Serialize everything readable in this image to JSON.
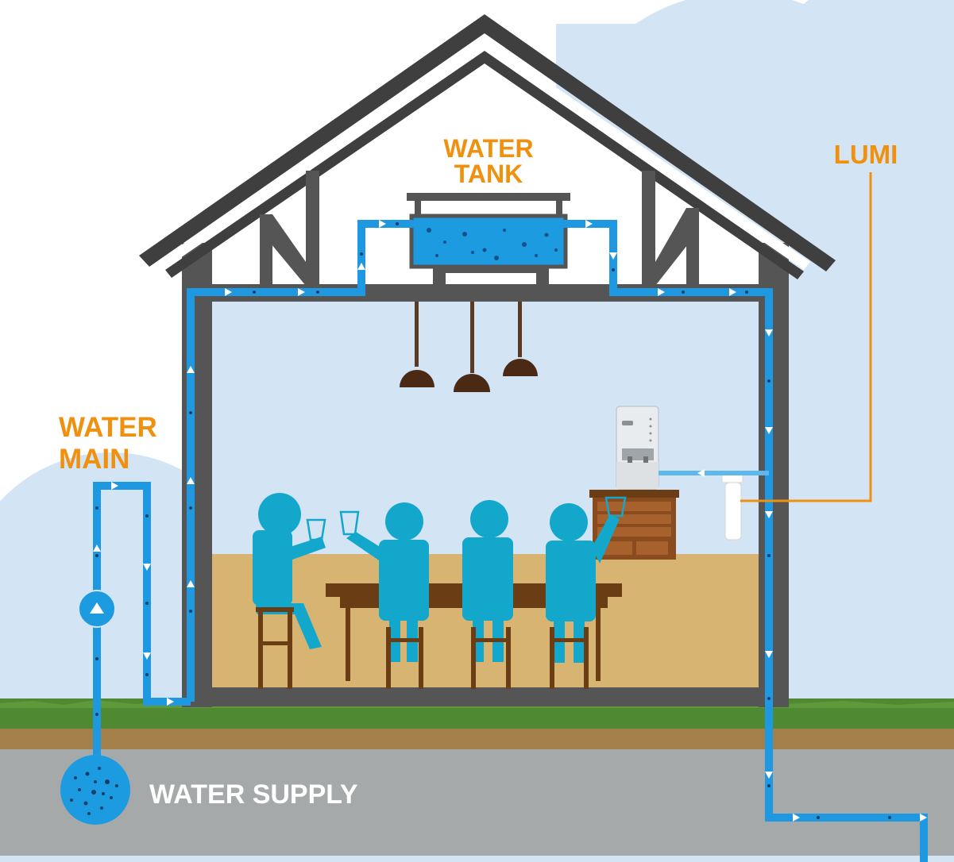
{
  "labels": {
    "water_tank_line1": "WATER",
    "water_tank_line2": "TANK",
    "lumi": "LUMI",
    "water_main_line1": "WATER",
    "water_main_line2": "MAIN",
    "water_supply": "WATER SUPPLY"
  },
  "colors": {
    "label_orange": "#F0900F",
    "pipe_blue": "#1E98E0",
    "water_blue": "#1D9BE0",
    "wall_gray": "#555555",
    "sky_blue": "#D3E4F5",
    "person_teal": "#14A7CC",
    "table_brown": "#6B3D14",
    "floor_tan": "#D8B472",
    "grass_green": "#4F8A33",
    "soil_tan": "#A37F4A",
    "road_gray": "#A6A9A9"
  },
  "icons": {
    "pump": "up-arrow-icon",
    "water_source": "water-droplets-icon",
    "dispenser": "water-dispenser-icon",
    "filter": "filter-cartridge-icon"
  }
}
